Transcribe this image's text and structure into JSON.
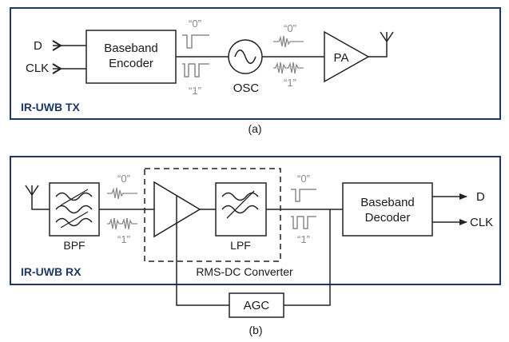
{
  "tx": {
    "panel_label": "IR-UWB TX",
    "inputs": [
      "D",
      "CLK"
    ],
    "encoder_line1": "Baseband",
    "encoder_line2": "Encoder",
    "symbol_zero": "“0”",
    "symbol_one": "“1”",
    "osc_label": "OSC",
    "pa_label": "PA",
    "caption": "(a)"
  },
  "rx": {
    "panel_label": "IR-UWB RX",
    "bpf_label": "BPF",
    "lpf_label": "LPF",
    "rms_label": "RMS-DC Converter",
    "symbol_zero": "“0”",
    "symbol_one": "“1”",
    "decoder_line1": "Baseband",
    "decoder_line2": "Decoder",
    "outputs": [
      "D",
      "CLK"
    ],
    "agc_label": "AGC",
    "caption": "(b)"
  },
  "colors": {
    "panel_border": "#1f3864",
    "line": "#222222",
    "signal": "#8a8a8a"
  }
}
